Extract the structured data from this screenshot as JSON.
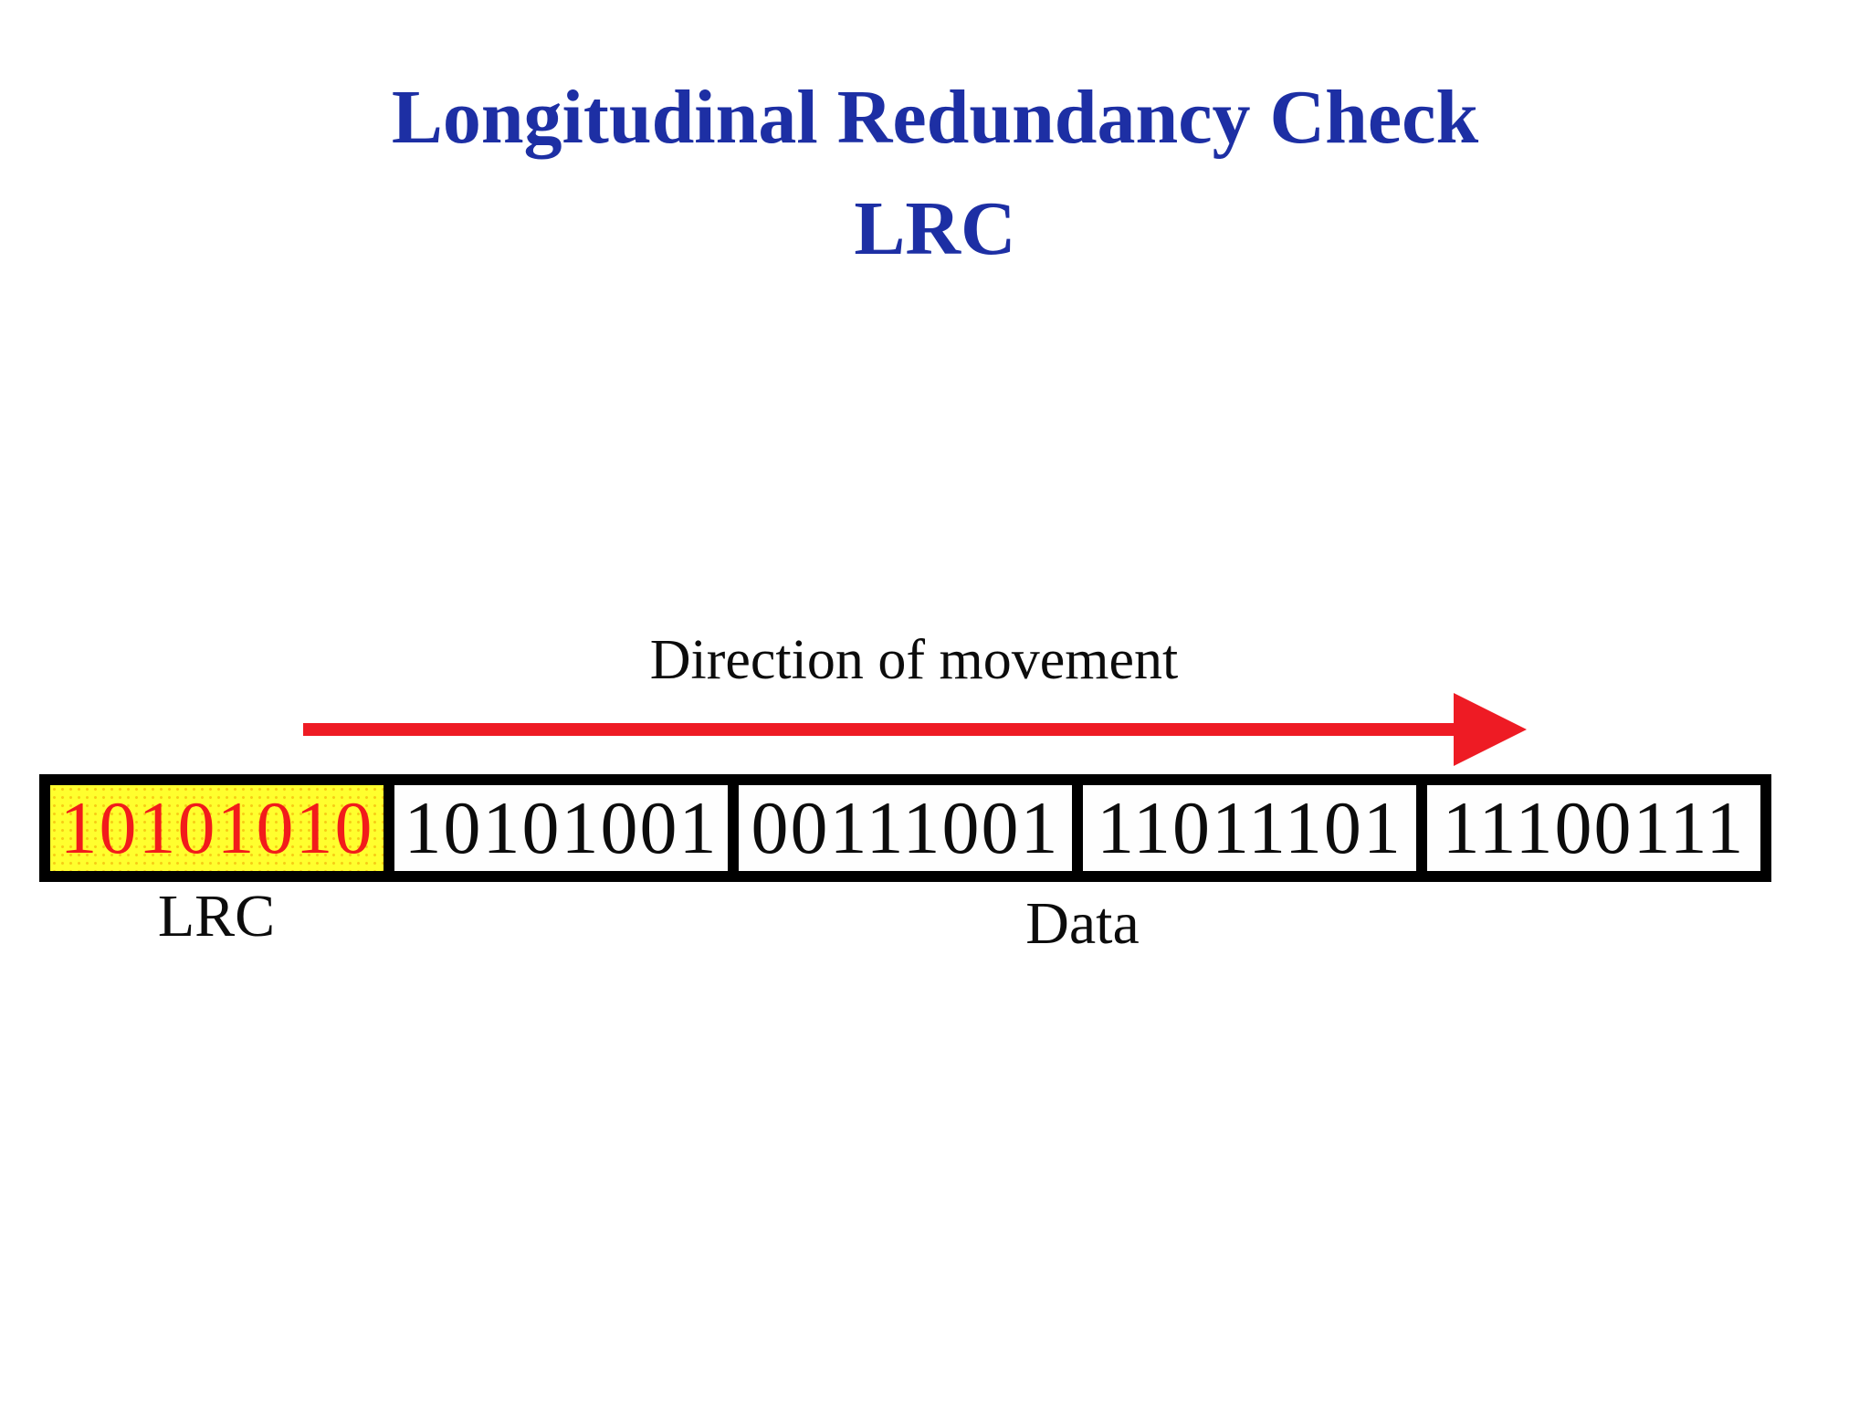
{
  "slide": {
    "title": {
      "line1": "Longitudinal Redundancy Check",
      "line2": "LRC"
    },
    "diagram": {
      "direction_label": "Direction of movement",
      "cells": [
        {
          "value": "10101010",
          "role": "lrc"
        },
        {
          "value": "10101001",
          "role": "data"
        },
        {
          "value": "00111001",
          "role": "data"
        },
        {
          "value": "11011101",
          "role": "data"
        },
        {
          "value": "11100111",
          "role": "data"
        }
      ],
      "lrc_label": "LRC",
      "data_label": "Data"
    },
    "colors": {
      "title_blue": "#1d2fa4",
      "arrow_red": "#ee1b24",
      "lrc_digit_red": "#f21b1b",
      "lrc_cell_yellow": "#ffff2e",
      "body_black": "#0c0c0c"
    }
  }
}
